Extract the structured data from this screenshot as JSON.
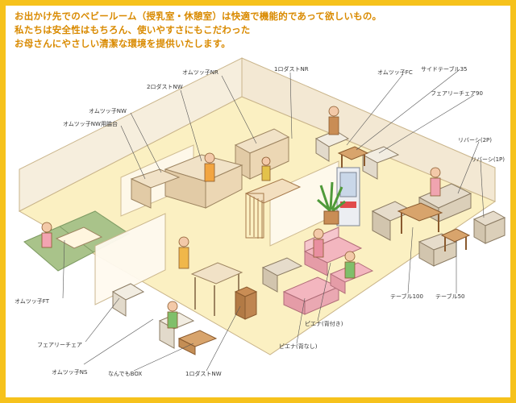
{
  "intro": {
    "lines": [
      "お出かけ先でのベビールーム（授乳室・休憩室）は快適で機能的であって欲しいもの。",
      "私たちは安全性はもちろん、使いやすさにもこだわった",
      "お母さんにやさしい清潔な環境を提供いたします。"
    ]
  },
  "labels": {
    "dust_nr_1": "1ロダストNR",
    "omutsu_fc": "オムツッ子FC",
    "side_table_35": "サイドテーブル35",
    "omutsu_nr": "オムツッ子NR",
    "dust_nw_2": "2ロダストNW",
    "fairy_chair_90": "フェアリーチェア90",
    "omutsu_nw": "オムツッ子NW",
    "omutsu_nw_stand": "オムツッ子NW用脇台",
    "liverage_2p": "リバーシ(2P)",
    "liverage_1p": "リバーシ(1P)",
    "omutsu_ft": "オムツッ子FT",
    "table_100": "テーブル100",
    "table_50": "テーブル50",
    "piena_back": "ピエナ(背付き)",
    "fairy_chair": "フェアリーチェア",
    "piena_noback": "ピエナ(背なし)",
    "omutsu_ns": "オムツッ子NS",
    "nandemo_box": "なんでもBOX",
    "dust_nw_1": "1ロダストNW"
  },
  "colors": {
    "frame": "#f6c21c",
    "intro_text": "#d98a00",
    "floor": "#fbf0c2",
    "wall": "#f6eedd",
    "tatami": "#a9c38a",
    "cabinet": "#e8d3b3",
    "accent_pink": "#f3b6bf",
    "plant": "#4f9a3a"
  }
}
